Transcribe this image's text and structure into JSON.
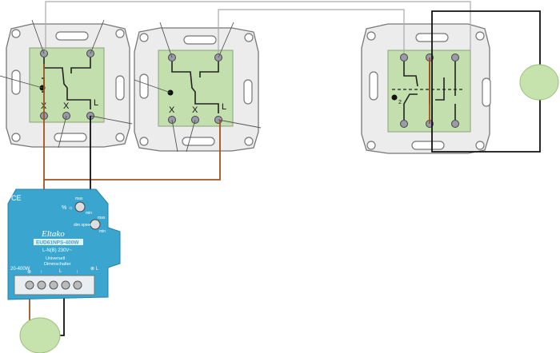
{
  "switches": [
    {
      "terminal_labels": [
        "X",
        "X",
        "L"
      ]
    },
    {
      "terminal_labels": [
        "X",
        "X",
        "L"
      ]
    },
    {
      "marker": "2"
    }
  ],
  "dimmer": {
    "ce_mark": "CE",
    "brand": "Eltako",
    "model": "EUD61NPS-400W",
    "voltage": "L-N(B) 230V~",
    "desc_line1": "Universell",
    "desc_line2": "Dimmschalter",
    "power": "20-400W",
    "pot1_label": "% ☼",
    "pot1_max": "max",
    "pot1_min": "min",
    "pot2_label": "dim speed",
    "pot2_max": "max",
    "pot2_min": "min",
    "terminal_labels": [
      "⊗",
      "↑",
      "L",
      "↑"
    ],
    "side_label": "⊗ L",
    "color": "#3aa6cf"
  },
  "lamps": [
    {
      "color": "#c6e3ad"
    },
    {
      "color": "#c6e3ad"
    }
  ],
  "wire_colors": {
    "phase": "#a0521e",
    "switched": "#111111",
    "traveller": "#aaaaaa"
  }
}
